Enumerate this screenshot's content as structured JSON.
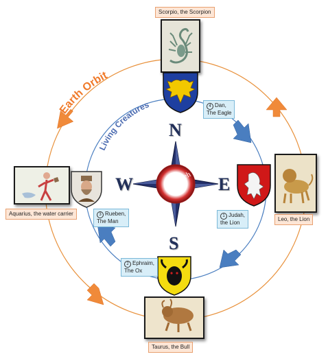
{
  "ring_texts": {
    "earth_orbit": "Earth Orbit",
    "living_creatures": "Living Creatures"
  },
  "compass": {
    "north": "N",
    "south": "S",
    "east": "E",
    "west": "W",
    "center_text": "Yahweh"
  },
  "constellations": {
    "north": "Scorpio, the Scorpion",
    "east": "Leo, the Lion",
    "south": "Taurus, the Bull",
    "west": "Aquarius, the water carrier"
  },
  "tribes": [
    {
      "num": "4",
      "line1": "Dan,",
      "line2": "The Eagle"
    },
    {
      "num": "1",
      "line1": "Judah,",
      "line2": "the Lion"
    },
    {
      "num": "2",
      "line1": "Ephraim,",
      "line2": "The Ox"
    },
    {
      "num": "3",
      "line1": "Rueben,",
      "line2": "The Man"
    }
  ],
  "colors": {
    "orbit": "#e8903a",
    "inner_circle": "#4a7ec0",
    "outer_arrow": "#f08a3a",
    "inner_arrow": "#4a7ec0",
    "compass_star": "#24306a",
    "earth_orbit_text": "#f07a2a",
    "living_creatures_text": "#4a6ab0"
  },
  "icons": {
    "north_shield": "eagle-shield-icon",
    "east_shield": "lion-shield-icon",
    "south_shield": "ox-shield-icon",
    "west_shield": "man-shield-icon"
  }
}
